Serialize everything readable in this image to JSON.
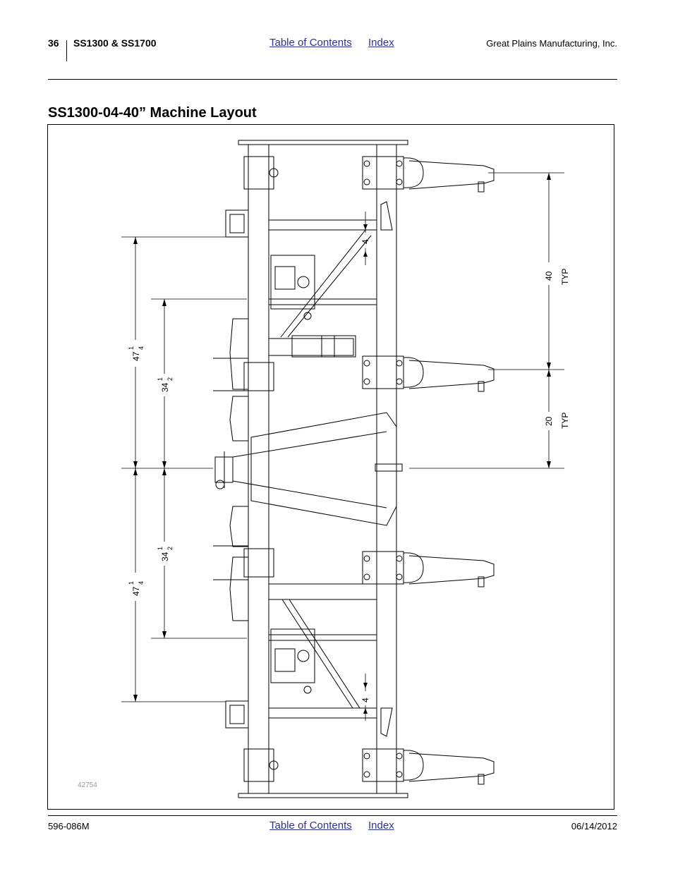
{
  "header": {
    "page_number": "36",
    "model": "SS1300 & SS1700",
    "toc_link": "Table of Contents",
    "index_link": "Index",
    "company": "Great Plains Manufacturing, Inc."
  },
  "section_title": "SS1300-04-40” Machine Layout",
  "figure": {
    "id": "42754",
    "dimensions": {
      "outer_top": "47",
      "outer_top_frac": [
        "1",
        "4"
      ],
      "inner_top": "34",
      "inner_top_frac": [
        "1",
        "2"
      ],
      "inner_bottom": "34",
      "inner_bottom_frac": [
        "1",
        "2"
      ],
      "outer_bottom": "47",
      "outer_bottom_frac": [
        "1",
        "4"
      ],
      "gap_top": "4",
      "gap_bottom": "4",
      "row_spacing": "40",
      "row_spacing_note": "TYP",
      "half_spacing": "20",
      "half_spacing_note": "TYP"
    }
  },
  "footer": {
    "doc_number": "596-086M",
    "toc_link": "Table of Contents",
    "index_link": "Index",
    "date": "06/14/2012"
  }
}
